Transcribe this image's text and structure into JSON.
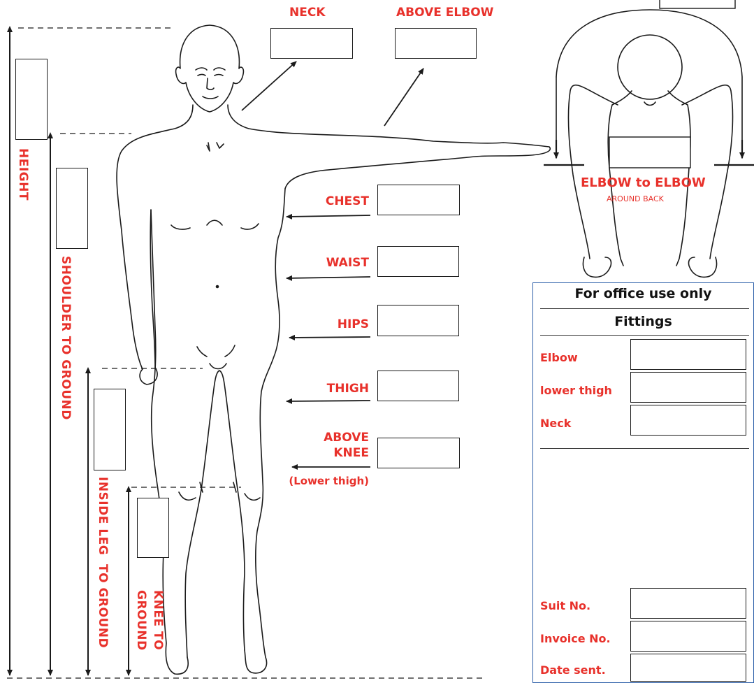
{
  "measurements": {
    "neck": "NECK",
    "above_elbow": "ABOVE ELBOW",
    "chest": "CHEST",
    "waist": "WAIST",
    "hips": "HIPS",
    "thigh": "THIGH",
    "above_knee_line1": "ABOVE",
    "above_knee_line2": "KNEE",
    "above_knee_line3": "(Lower thigh)",
    "elbow_to_elbow": "ELBOW to ELBOW",
    "around_back": "AROUND BACK"
  },
  "vertical_measurements": {
    "height": "HEIGHT",
    "shoulder_to_ground": "SHOULDER TO GROUND",
    "inside_leg": "INSIDE LEG  TO GROUND",
    "knee_to_ground_line1": "KNEE TO",
    "knee_to_ground_line2": "GROUND"
  },
  "office": {
    "title": "For office use only",
    "subtitle": "Fittings",
    "fittings": [
      "Elbow",
      "lower thigh",
      "Neck"
    ],
    "records": [
      "Suit No.",
      "Invoice No.",
      "Date sent."
    ]
  },
  "colors": {
    "label": "#e8312b",
    "office_border": "#2b5ea8",
    "line": "#1a1a1a"
  }
}
